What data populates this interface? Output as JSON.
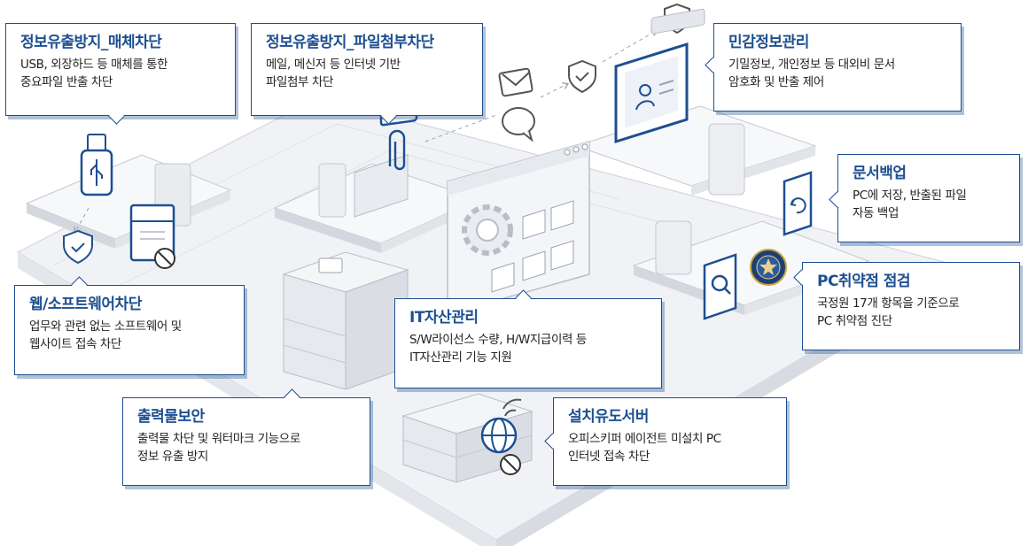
{
  "callouts": {
    "media_block": {
      "title": "정보유출방지_매체차단",
      "line1": "USB, 외장하드 등 매체를 통한",
      "line2": "중요파일 반출 차단"
    },
    "attach_block": {
      "title": "정보유출방지_파일첨부차단",
      "line1": "메일, 메신저 등 인터넷 기반",
      "line2": "파일첨부 차단"
    },
    "sensitive": {
      "title": "민감정보관리",
      "line1": "기밀정보, 개인정보 등 대외비 문서",
      "line2": "암호화 및 반출 제어"
    },
    "backup": {
      "title": "문서백업",
      "line1": "PC에 저장, 반출된 파일",
      "line2": "자동 백업"
    },
    "vuln": {
      "title": "PC취약점 점검",
      "line1": "국정원 17개 항목을 기준으로",
      "line2": "PC 취약점 진단"
    },
    "web_sw": {
      "title": "웹/소프트웨어차단",
      "line1": "업무와 관련 없는 소프트웨어 및",
      "line2": "웹사이트 접속 차단"
    },
    "it_asset": {
      "title": "IT자산관리",
      "line1": "S/W라이선스 수량, H/W지급이력 등",
      "line2": "IT자산관리 기능 지원"
    },
    "print": {
      "title": "출력물보안",
      "line1": "출력물 차단 및 워터마크 기능으로",
      "line2": "정보 유출 방지"
    },
    "install": {
      "title": "설치유도서버",
      "line1": "오피스키퍼 에이전트 미설치 PC",
      "line2": "인터넷 접속 차단"
    }
  },
  "colors": {
    "accent": "#1d4f91",
    "floor": "#eef0f4",
    "line": "#c9ced6"
  },
  "icons": [
    "usb-icon",
    "shield-check-icon",
    "mail-icon",
    "chat-bubble-icon",
    "paperclip-icon",
    "monitor-user-icon",
    "document-refresh-icon",
    "search-icon",
    "nis-seal-icon",
    "gear-icon",
    "app-window-icon",
    "block-icon",
    "globe-icon",
    "wifi-icon",
    "server-icon",
    "printer-icon"
  ]
}
